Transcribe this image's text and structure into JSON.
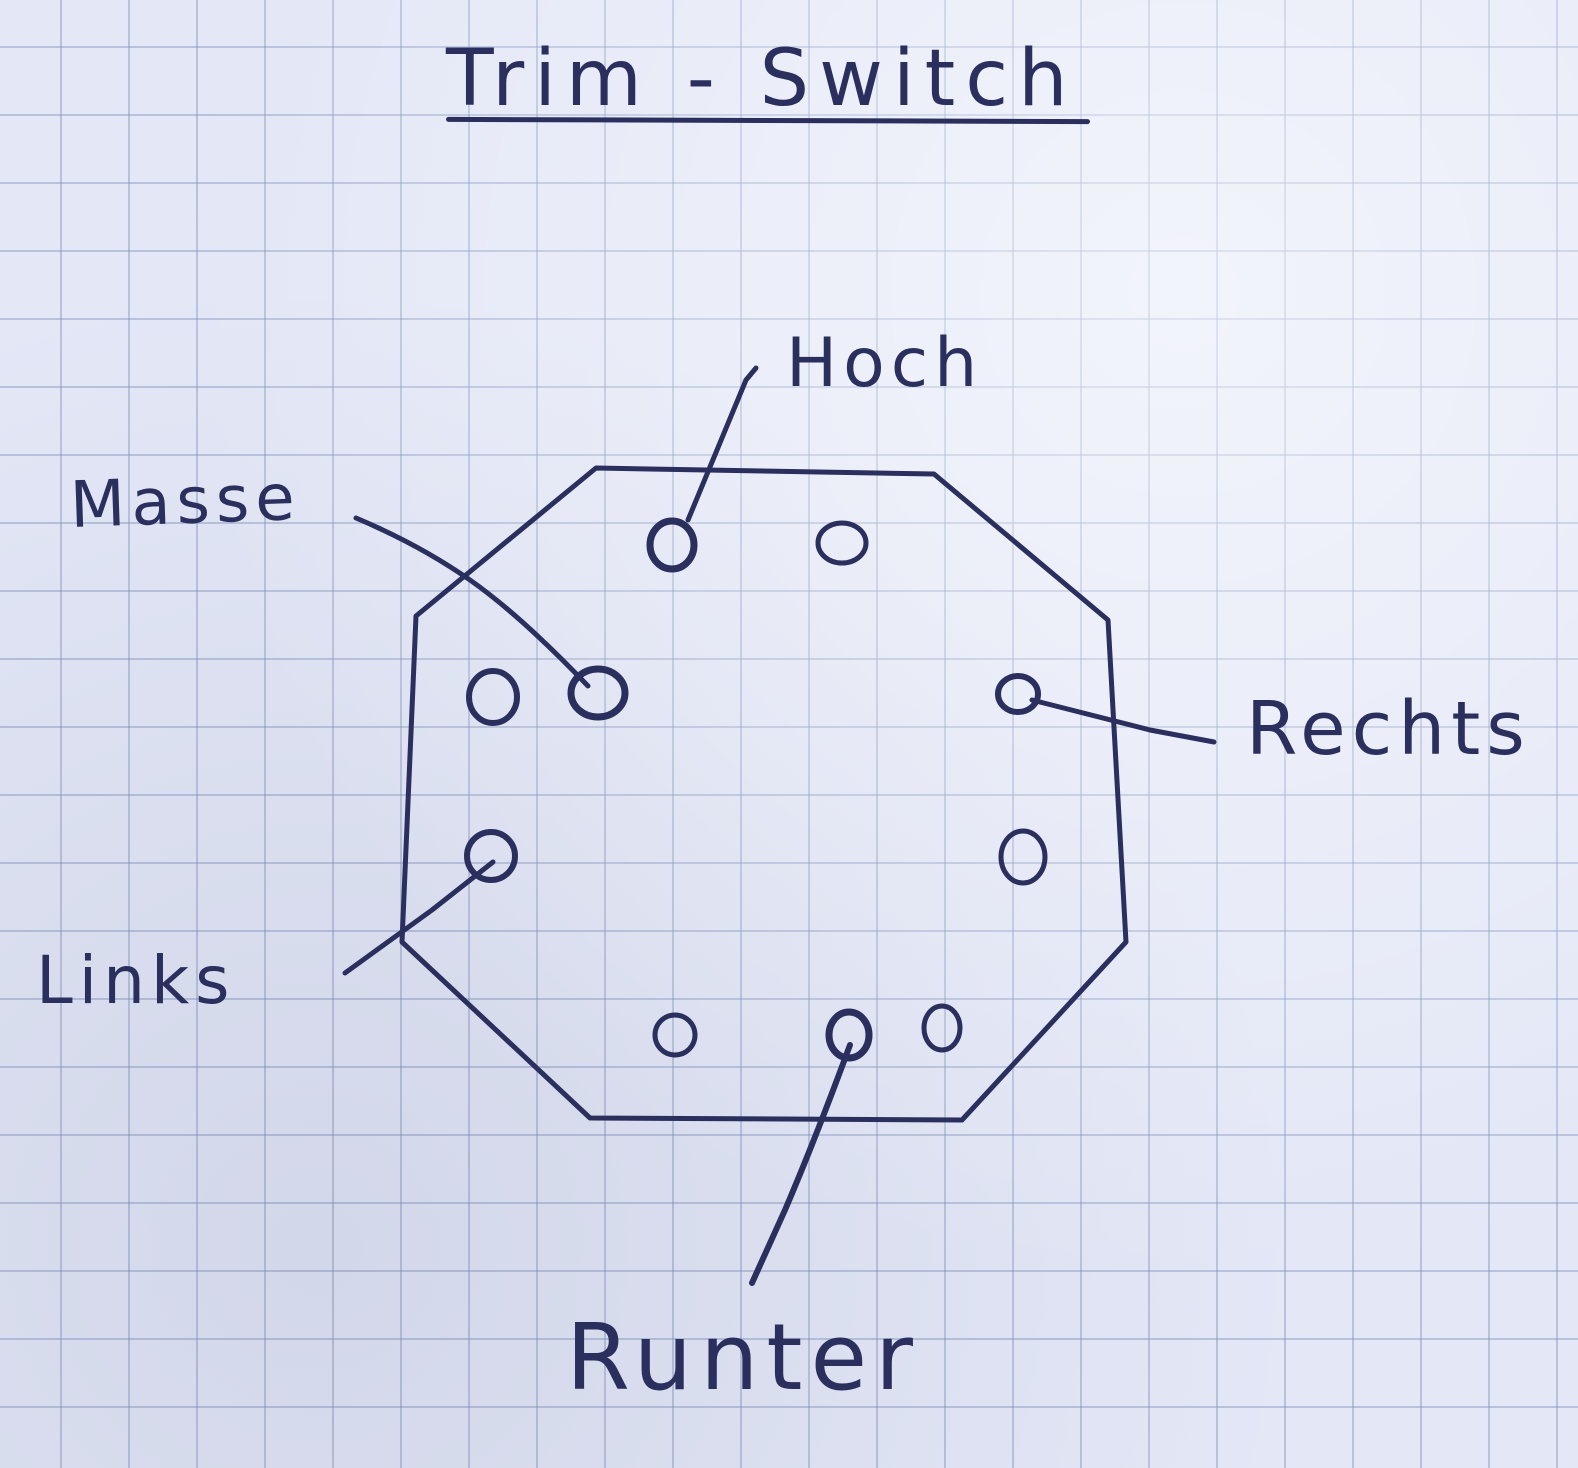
{
  "title": "Trim - Switch",
  "labels": {
    "hoch": "Hoch",
    "masse": "Masse",
    "rechts": "Rechts",
    "links": "Links",
    "runter": "Runter"
  },
  "colors": {
    "ink": "#2b2f5e",
    "paper": "#e3e7f6",
    "grid": "#8296be"
  }
}
